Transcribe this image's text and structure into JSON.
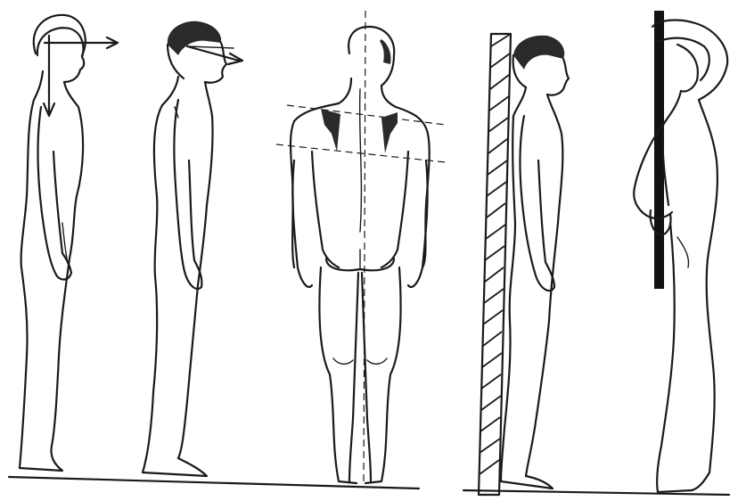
{
  "figures": [
    {
      "id": "figure-1",
      "view": "side",
      "icon": "head-rotation-arrows"
    },
    {
      "id": "figure-2",
      "view": "side",
      "icon": "gaze-arrow"
    },
    {
      "id": "figure-3",
      "view": "back",
      "icon": "shoulder-level-lines"
    },
    {
      "id": "figure-4",
      "view": "side",
      "icon": "wall"
    },
    {
      "id": "figure-5",
      "view": "side",
      "icon": "vertical-rod"
    }
  ],
  "colors": {
    "ink": "#1a1a1a",
    "background": "#ffffff"
  }
}
